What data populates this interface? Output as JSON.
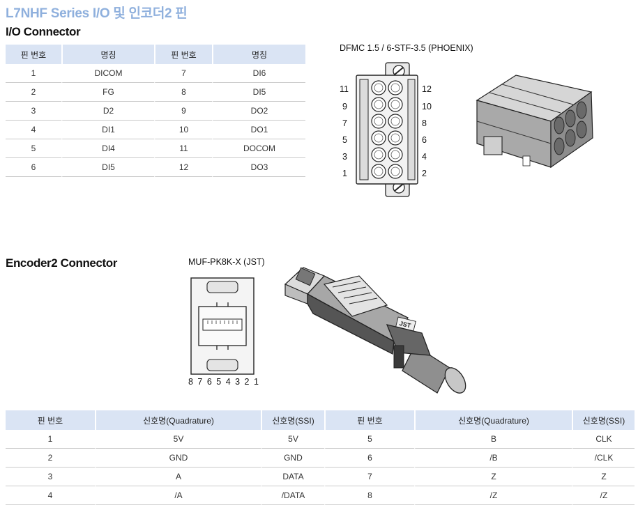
{
  "page": {
    "title": "L7NHF Series I/O 및 인코더2 핀"
  },
  "io_section": {
    "title": "I/O Connector",
    "headers": [
      "핀 번호",
      "명칭",
      "핀 번호",
      "명칭"
    ],
    "rows": [
      [
        "1",
        "DICOM",
        "7",
        "DI6"
      ],
      [
        "2",
        "FG",
        "8",
        "DI5"
      ],
      [
        "3",
        "D2",
        "9",
        "DO2"
      ],
      [
        "4",
        "DI1",
        "10",
        "DO1"
      ],
      [
        "5",
        "DI4",
        "11",
        "DOCOM"
      ],
      [
        "6",
        "DI5",
        "12",
        "DO3"
      ]
    ],
    "connector_model": "DFMC 1.5 / 6-STF-3.5 (PHOENIX)",
    "pin_labels_left": [
      "11",
      "9",
      "7",
      "5",
      "3",
      "1"
    ],
    "pin_labels_right": [
      "12",
      "10",
      "8",
      "6",
      "4",
      "2"
    ]
  },
  "encoder_section": {
    "title": "Encoder2 Connector",
    "connector_model": "MUF-PK8K-X (JST)",
    "pin_sequence": "8 7 6 5 4 3 2 1",
    "plug_brand": "JST",
    "headers": [
      "핀 번호",
      "신호명(Quadrature)",
      "신호명(SSI)",
      "핀 번호",
      "신호명(Quadrature)",
      "신호명(SSI)"
    ],
    "rows": [
      [
        "1",
        "5V",
        "5V",
        "5",
        "B",
        "CLK"
      ],
      [
        "2",
        "GND",
        "GND",
        "6",
        "/B",
        "/CLK"
      ],
      [
        "3",
        "A",
        "DATA",
        "7",
        "Z",
        "Z"
      ],
      [
        "4",
        "/A",
        "/DATA",
        "8",
        "/Z",
        "/Z"
      ]
    ]
  }
}
